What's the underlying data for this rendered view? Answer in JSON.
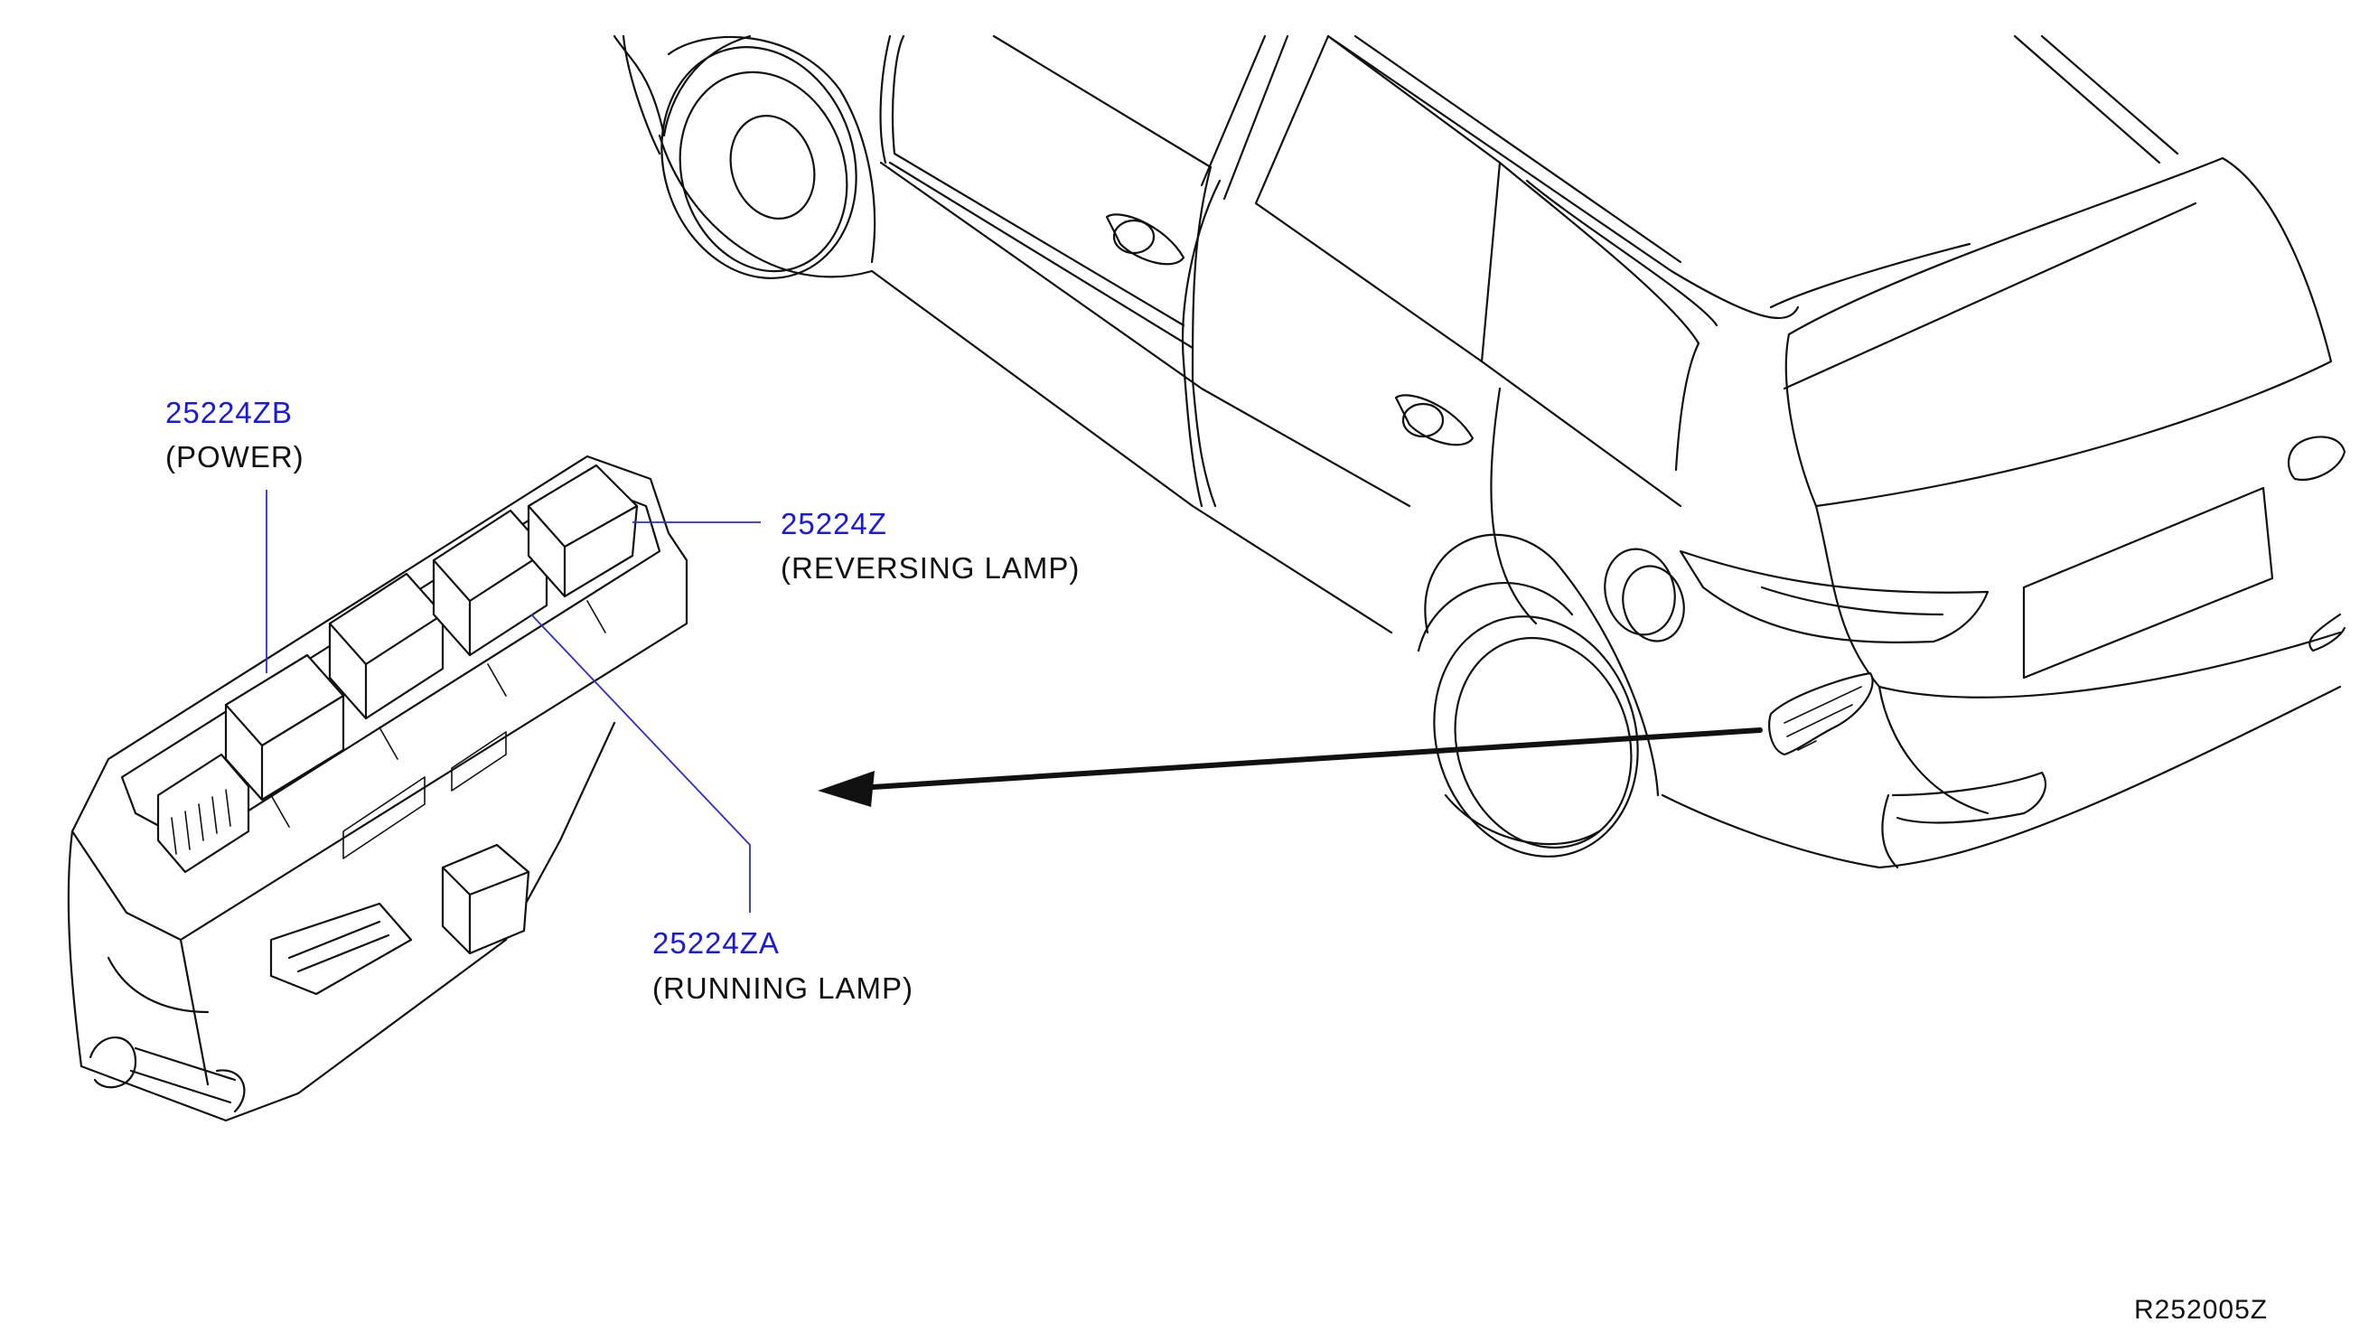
{
  "callouts": [
    {
      "part_number": "25224ZB",
      "description": "(POWER)"
    },
    {
      "part_number": "25224Z",
      "description": "(REVERSING  LAMP)"
    },
    {
      "part_number": "25224ZA",
      "description": "(RUNNING  LAMP)"
    }
  ],
  "reference_code": "R252005Z",
  "colors": {
    "part_number": "#1a1adc",
    "line_art": "#111111",
    "background": "#ffffff"
  }
}
